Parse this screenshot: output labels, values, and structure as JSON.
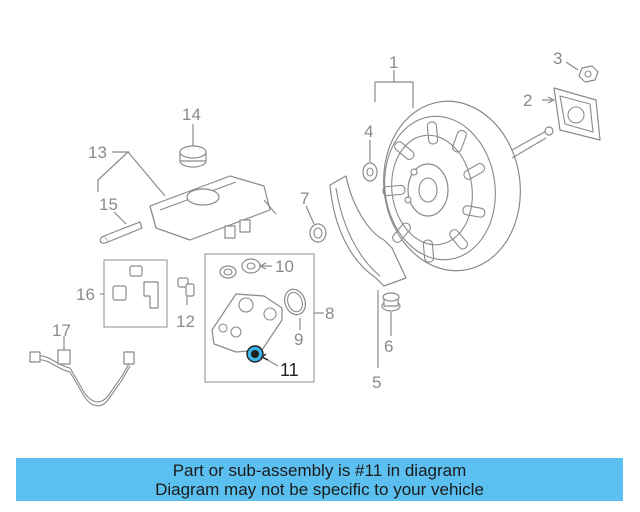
{
  "labels": {
    "p1": "1",
    "p2": "2",
    "p3": "3",
    "p4": "4",
    "p5": "5",
    "p6": "6",
    "p7": "7",
    "p8": "8",
    "p9": "9",
    "p10": "10",
    "p11": "11",
    "p12": "12",
    "p13": "13",
    "p14": "14",
    "p15": "15",
    "p16": "16",
    "p17": "17"
  },
  "highlight": {
    "part": "11",
    "color": "#3bb4e8"
  },
  "banner": {
    "line1": "Part or sub-assembly is #11 in diagram",
    "line2": "Diagram may not be specific to your vehicle",
    "color": "#5bc0f0"
  }
}
